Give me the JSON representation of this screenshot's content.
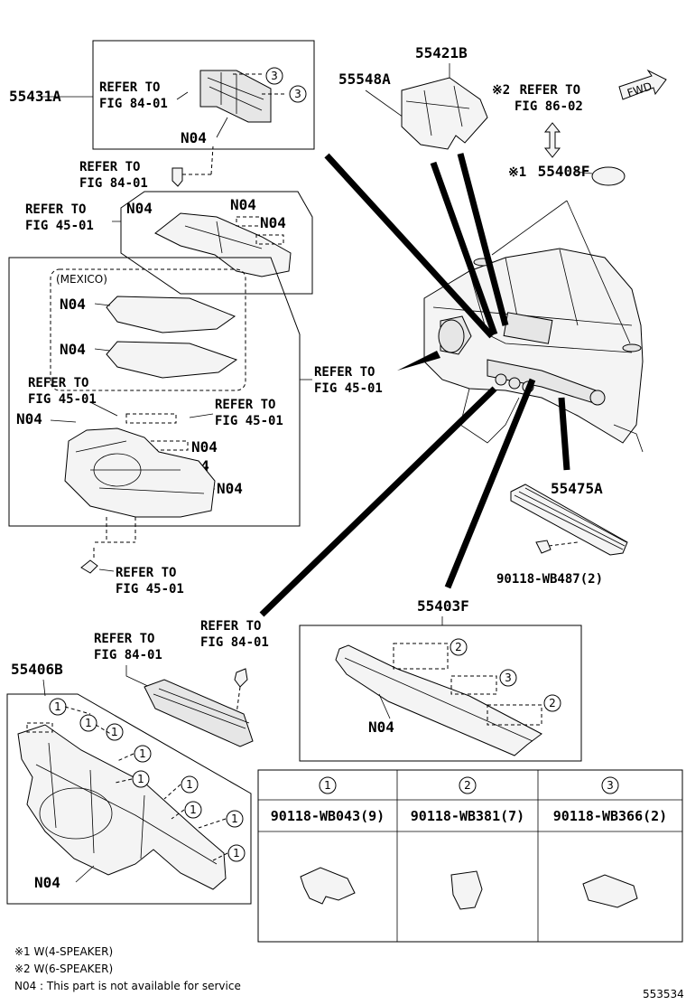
{
  "parts": {
    "p55431A": "55431A",
    "p55421B": "55421B",
    "p55548A": "55548A",
    "p55408F": "55408F",
    "p55475A": "55475A",
    "p55403F": "55403F",
    "p55406B": "55406B",
    "p90118_WB487": "90118-WB487(2)"
  },
  "refs": {
    "fig84": "REFER TO\nFIG 84-01",
    "fig45": "REFER TO\nFIG 45-01",
    "fig86": "REFER TO\nFIG 86-02"
  },
  "marks": {
    "n04": "N04",
    "mexico": "(MEXICO)",
    "fwd": "FWD",
    "note1_sym": "※1",
    "note2_sym": "※2"
  },
  "fastener_table": {
    "columns": [
      {
        "num": "1",
        "part": "90118-WB043(9)"
      },
      {
        "num": "2",
        "part": "90118-WB381(7)"
      },
      {
        "num": "3",
        "part": "90118-WB366(2)"
      }
    ]
  },
  "footnotes": [
    "※1 W(4-SPEAKER)",
    "※2 W(6-SPEAKER)",
    "N04 : This part is not available for service"
  ],
  "diagram_id": "553534"
}
